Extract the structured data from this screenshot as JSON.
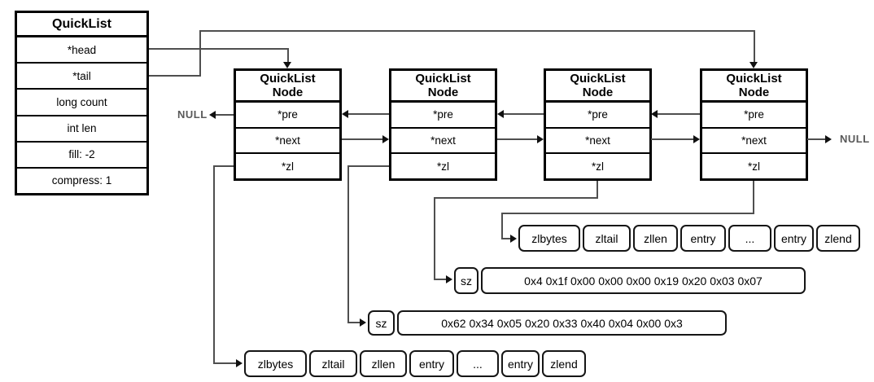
{
  "quicklist": {
    "title": "QuickList",
    "fields": [
      "*head",
      "*tail",
      "long count",
      "int len",
      "fill: -2",
      "compress: 1"
    ]
  },
  "nodes": [
    {
      "title_line1": "QuickList",
      "title_line2": "Node",
      "fields": [
        "*pre",
        "*next",
        "*zl"
      ]
    },
    {
      "title_line1": "QuickList",
      "title_line2": "Node",
      "fields": [
        "*pre",
        "*next",
        "*zl"
      ]
    },
    {
      "title_line1": "QuickList",
      "title_line2": "Node",
      "fields": [
        "*pre",
        "*next",
        "*zl"
      ]
    },
    {
      "title_line1": "QuickList",
      "title_line2": "Node",
      "fields": [
        "*pre",
        "*next",
        "*zl"
      ]
    }
  ],
  "labels": {
    "null_left": "NULL",
    "null_right": "NULL"
  },
  "ziplists": {
    "top": {
      "cells": [
        "zlbytes",
        "zltail",
        "zllen",
        "entry",
        "...",
        "entry",
        "zlend"
      ]
    },
    "bottom": {
      "cells": [
        "zlbytes",
        "zltail",
        "zllen",
        "entry",
        "...",
        "entry",
        "zlend"
      ]
    }
  },
  "sz_rows": [
    {
      "label": "sz",
      "value": "0x4 0x1f 0x00 0x00 0x00 0x19 0x20 0x03 0x07"
    },
    {
      "label": "sz",
      "value": "0x62 0x34 0x05 0x20 0x33 0x40 0x04 0x00 0x3"
    }
  ],
  "colors": {
    "border": "#000000",
    "connector": "#4f4f4f",
    "muted_text": "#595959",
    "background": "#ffffff"
  }
}
